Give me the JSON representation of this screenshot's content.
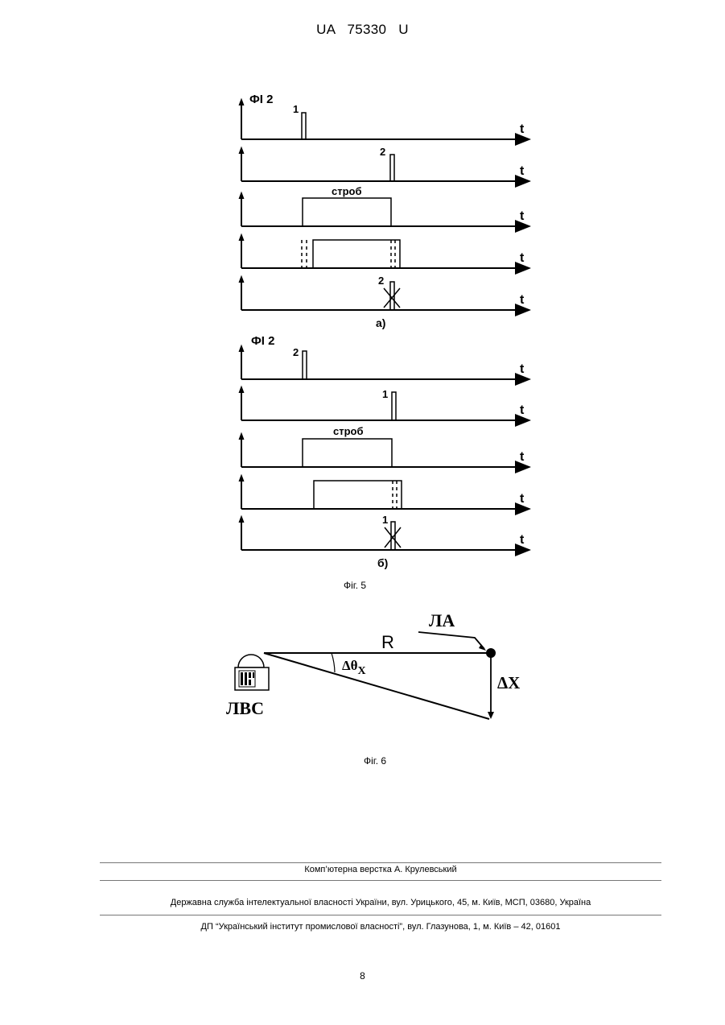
{
  "document": {
    "patent_number": "UA   75330   U",
    "page_number": "8"
  },
  "figure5": {
    "label_fi": "ФІ 2",
    "axis_t": "t",
    "strobe": "строб",
    "part_a": "а)",
    "part_b": "б)",
    "pulse_1": "1",
    "pulse_2": "2",
    "caption": "Фіг. 5"
  },
  "figure6": {
    "la_label": "ЛА",
    "r_label": "R",
    "angle_label": "Δθ",
    "angle_sub": "X",
    "dx_label": "ΔX",
    "lvs_label": "ЛВС",
    "caption": "Фіг. 6"
  },
  "footer": {
    "layout": "Комп’ютерна верстка А. Крулевський",
    "agency": "Державна служба інтелектуальної власності України, вул. Урицького, 45, м. Київ, МСП, 03680, Україна",
    "institute": "ДП “Український інститут промислової власності”, вул. Глазунова, 1, м. Київ – 42, 01601"
  }
}
